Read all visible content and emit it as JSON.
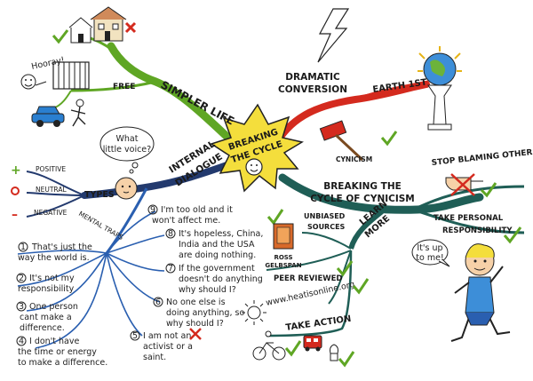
{
  "center": {
    "line1": "BREAKING",
    "line2": "THE CYCLE"
  },
  "branches": {
    "simpler_life": {
      "label": "SIMPLER LIFE",
      "sub": "FREE",
      "hooray": "Hooray!"
    },
    "dramatic": {
      "label_line1": "DRAMATIC",
      "label_line2": "CONVERSION",
      "earth": "EARTH 1ST"
    },
    "internal": {
      "label_line1": "INTERNAL",
      "label_line2": "DIALOGUE",
      "bubble_line1": "What",
      "bubble_line2": "little voice?",
      "types": "TYPES",
      "positive": "POSITIVE",
      "neutral": "NEUTRAL",
      "negative": "NEGATIVE",
      "mental_traps": "MENTAL TRAPS"
    },
    "breaking_cynicism": {
      "label_line1": "BREAKING THE",
      "label_line2": "CYCLE OF CYNICISM",
      "cynicism": "CYNICISM",
      "stop_blaming": "STOP BLAMING OTHERS",
      "take_personal": "TAKE PERSONAL",
      "responsibility": "RESPONSIBILITY",
      "its_up": "It's up",
      "to_me": "to me!"
    },
    "learn_more": {
      "label_line1": "LEARN",
      "label_line2": "MORE",
      "unbiased_line1": "UNBIASED",
      "unbiased_line2": "SOURCES",
      "ross_line1": "ROSS",
      "ross_line2": "GELBSPAN",
      "peer_reviewed": "PEER REVIEWED",
      "website": "www.heatisonline.org",
      "take_action": "TAKE ACTION"
    }
  },
  "traps_left": [
    {
      "num": "1",
      "line1": "That's just the",
      "line2": "way the world is."
    },
    {
      "num": "2",
      "line1": "It's not my",
      "line2": "responsibility"
    },
    {
      "num": "3",
      "line1": "One person",
      "line2": "cant make a",
      "line3": "difference."
    },
    {
      "num": "4",
      "line1": "I don't have",
      "line2": "the time or energy",
      "line3": "to make a difference."
    }
  ],
  "traps_right": [
    {
      "num": "9",
      "line1": "I'm too old and it",
      "line2": "won't affect me."
    },
    {
      "num": "8",
      "line1": "It's hopeless, China,",
      "line2": "India and the USA",
      "line3": "are doing nothing."
    },
    {
      "num": "7",
      "line1": "If the government",
      "line2": "doesn't do anything",
      "line3": "why should I?"
    },
    {
      "num": "6",
      "line1": "No one else is",
      "line2": "doing anything, so",
      "line3": "why should I?"
    },
    {
      "num": "5",
      "line1": "I am not an",
      "line2": "activist or a",
      "line3": "saint."
    }
  ],
  "colors": {
    "green": "#5fa624",
    "red": "#d42a1e",
    "navy": "#233a6e",
    "blue": "#2a5fb0",
    "teal": "#1f5e56",
    "yellow": "#f4de3c"
  },
  "icons": [
    "house-icon",
    "jail-icon",
    "smiley-icon",
    "car-icon",
    "runner-icon",
    "globe-trophy-icon",
    "lightning-icon",
    "hammer-icon",
    "book-icon",
    "sun-icon",
    "bicycle-icon",
    "bus-icon",
    "light-bulb-icon",
    "hand-icon",
    "boy-icon",
    "checkmark-icon",
    "cross-icon"
  ]
}
